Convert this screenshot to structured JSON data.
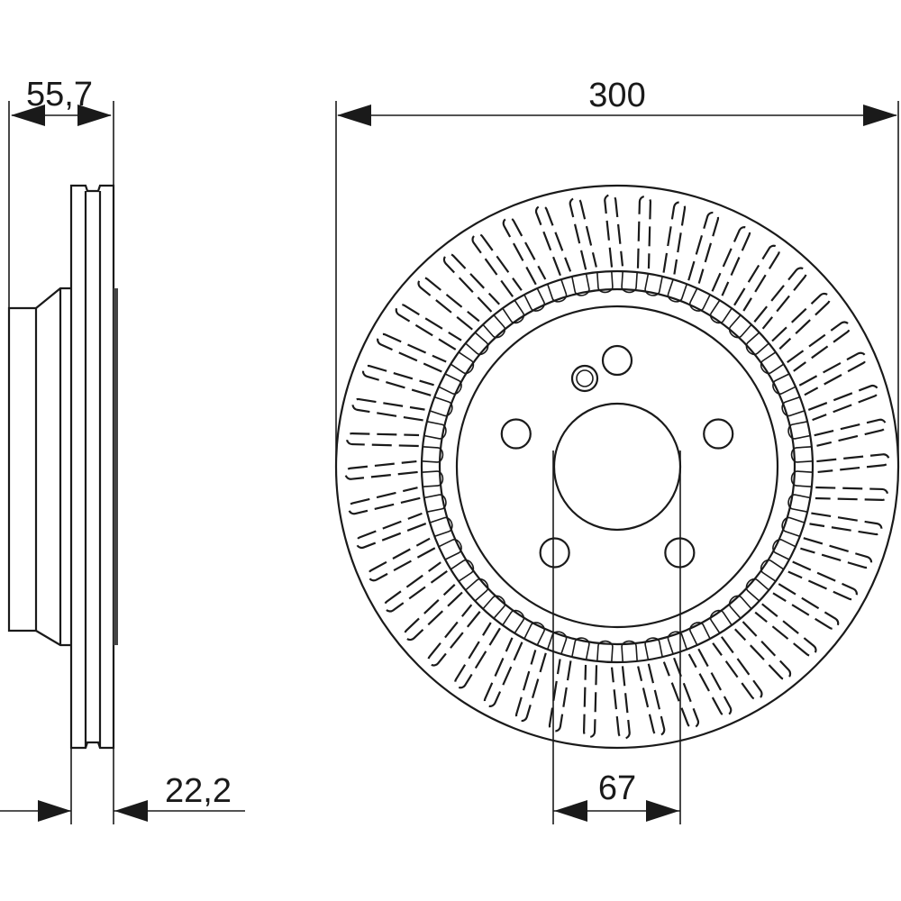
{
  "dimensions": {
    "hub_height": "55,7",
    "outer_diameter": "300",
    "disc_thickness": "22,2",
    "center_bore": "67"
  },
  "drawing": {
    "bolt_holes": 5,
    "vanes": 48,
    "line_color": "#1a1a1a"
  }
}
